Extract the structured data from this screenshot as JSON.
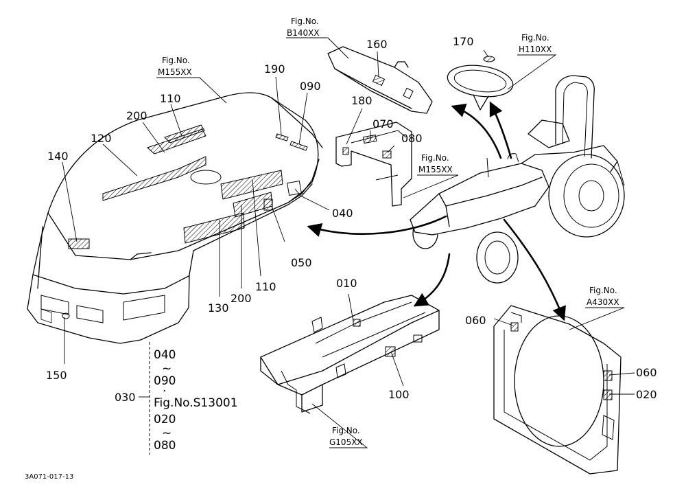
{
  "figure_code": "3A071-017-13",
  "part_labels": {
    "p010": "010",
    "p020": "020",
    "p030": "030",
    "p040": "040",
    "p050": "050",
    "p060a": "060",
    "p060b": "060",
    "p070": "070",
    "p080": "080",
    "p090": "090",
    "p100": "100",
    "p110a": "110",
    "p110b": "110",
    "p120": "120",
    "p130": "130",
    "p140": "140",
    "p150": "150",
    "p160": "160",
    "p170": "170",
    "p180": "180",
    "p190": "190",
    "p200a": "200",
    "p200b": "200"
  },
  "fig_refs": {
    "m155_hood": {
      "line1": "Fig.No.",
      "line2": "M155XX"
    },
    "b140": {
      "line1": "Fig.No.",
      "line2": "B140XX"
    },
    "h110": {
      "line1": "Fig.No.",
      "line2": "H110XX"
    },
    "m155_panel": {
      "line1": "Fig.No.",
      "line2": "M155XX"
    },
    "a430": {
      "line1": "Fig.No.",
      "line2": "A430XX"
    },
    "g105": {
      "line1": "Fig.No.",
      "line2": "G105XX"
    }
  },
  "range_note": {
    "from1": "040",
    "tilde1": "~",
    "to1": "090",
    "dot": "·",
    "figref": "Fig.No.S13001",
    "from2": "020",
    "tilde2": "~",
    "to2": "080"
  }
}
